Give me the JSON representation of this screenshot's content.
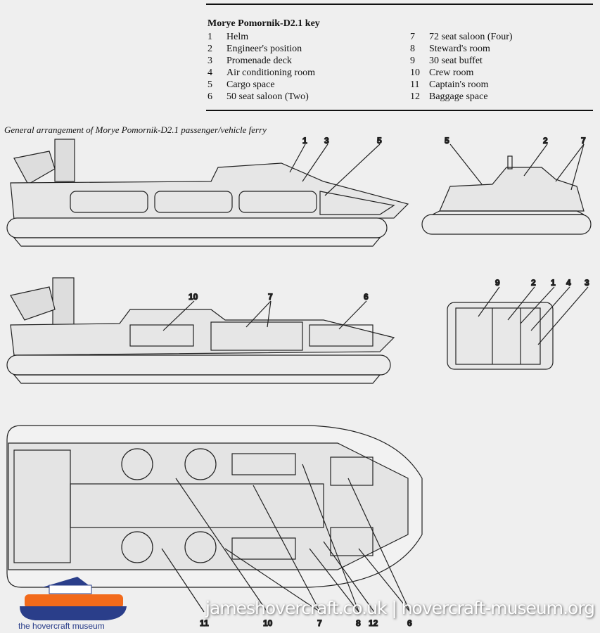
{
  "key": {
    "title": "Morye Pomornik-D2.1 key",
    "items": [
      {
        "num": "1",
        "label": "Helm"
      },
      {
        "num": "2",
        "label": "Engineer's position"
      },
      {
        "num": "3",
        "label": "Promenade deck"
      },
      {
        "num": "4",
        "label": "Air conditioning room"
      },
      {
        "num": "5",
        "label": "Cargo space"
      },
      {
        "num": "6",
        "label": "50 seat saloon (Two)"
      },
      {
        "num": "7",
        "label": "72 seat saloon (Four)"
      },
      {
        "num": "8",
        "label": "Steward's room"
      },
      {
        "num": "9",
        "label": "30 seat buffet"
      },
      {
        "num": "10",
        "label": "Crew room"
      },
      {
        "num": "11",
        "label": "Captain's room"
      },
      {
        "num": "12",
        "label": "Baggage space"
      }
    ]
  },
  "caption": "General arrangement of Morye Pomornik-D2.1 passenger/vehicle ferry",
  "callouts": {
    "side": [
      "1",
      "3",
      "5"
    ],
    "front": [
      "5",
      "2",
      "7"
    ],
    "section": [
      "10",
      "7",
      "6"
    ],
    "deckhouse": [
      "9",
      "2",
      "1",
      "4",
      "3"
    ],
    "plan": [
      "11",
      "10",
      "7",
      "8",
      "12",
      "6"
    ]
  },
  "watermark": "jameshovercraft.co.uk | hovercraft-museum.org",
  "logo_text": "the hovercraft museum",
  "colors": {
    "logo_orange": "#f26a1b",
    "logo_blue": "#2a3e8a"
  }
}
